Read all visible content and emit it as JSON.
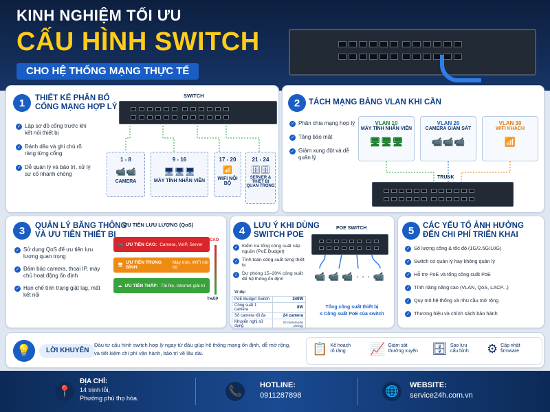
{
  "header": {
    "line1": "KINH NGHIỆM TỐI ƯU",
    "line2": "CẤU HÌNH SWITCH",
    "line3": "CHO HỆ THỐNG MẠNG THỰC TẾ"
  },
  "s1": {
    "num": "1",
    "title1": "THIẾT KẾ PHÂN BỔ",
    "title2": "CỔNG MẠNG HỢP LÝ",
    "switch_label": "SWITCH",
    "bullets": [
      "Lập sơ đồ cổng trước khi kết nối thiết bị",
      "Đánh dấu và ghi chú rõ ràng từng cổng",
      "Dễ quản lý và bảo trì, xử lý sự cố nhanh chóng"
    ],
    "groups": [
      {
        "range": "1 - 8",
        "name": "CAMERA"
      },
      {
        "range": "9 - 16",
        "name": "MÁY TÍNH NHÂN VIÊN"
      },
      {
        "range": "17 - 20",
        "name": "WIFI NỘI BỘ"
      },
      {
        "range": "21 - 24",
        "name": "SERVER & THIẾT BỊ QUAN TRỌNG"
      }
    ]
  },
  "s2": {
    "num": "2",
    "title": "TÁCH MẠNG BẰNG VLAN KHI CẦN",
    "bullets": [
      "Phân chia mạng hợp lý",
      "Tăng bảo mật",
      "Giảm xung đột và dễ quản lý"
    ],
    "vlans": [
      {
        "name": "VLAN 10",
        "desc": "MÁY TÍNH NHÂN VIÊN"
      },
      {
        "name": "VLAN 20",
        "desc": "CAMERA GIÁM SÁT"
      },
      {
        "name": "VLAN 30",
        "desc": "WIFI KHÁCH"
      }
    ],
    "trunk": "TRUNK"
  },
  "s3": {
    "num": "3",
    "title1": "QUẢN LÝ BĂNG THÔNG",
    "title2": "VÀ ƯU TIÊN THIẾT BỊ",
    "qos_title": "ƯU TIÊN LƯU LƯỢNG (QoS)",
    "bullets": [
      "Sử dụng QoS để ưu tiên lưu lượng quan trọng",
      "Đảm bảo camera, thoại IP, máy chủ hoạt động ổn định",
      "Hạn chế tình trạng giật lag, mất kết nối"
    ],
    "levels": [
      {
        "label": "ƯU TIÊN CAO:",
        "desc": "Camera, VoIP, Server",
        "color": "#d8262b"
      },
      {
        "label": "ƯU TIÊN TRUNG BÌNH:",
        "desc": "Máy tính, WiFi nội bộ",
        "color": "#ef8a12"
      },
      {
        "label": "ƯU TIÊN THẤP:",
        "desc": "Tải file, Internet giải trí",
        "color": "#3aa23c"
      }
    ],
    "high": "CAO",
    "low": "THẤP"
  },
  "s4": {
    "num": "4",
    "title1": "LƯU Ý KHI DÙNG",
    "title2": "SWITCH POE",
    "poe_label": "POE SWITCH",
    "bullets": [
      "Kiểm tra tổng công suất cấp nguồn (PoE Budget)",
      "Tính toán công suất từng thiết bị",
      "Dự phòng 15–20% công suất để hệ thống ổn định"
    ],
    "example": "Ví dụ:",
    "table": [
      [
        "PoE Budget Switch",
        "240W"
      ],
      [
        "Công suất 1 camera",
        "8W"
      ],
      [
        "Số camera tối đa",
        "24 camera"
      ],
      [
        "Khuyến nghị sử dụng",
        "20 camera (dự phòng)"
      ]
    ],
    "formula1": "Tổng công suất thiết bị",
    "formula2": "≤ Công suất PoE của switch"
  },
  "s5": {
    "num": "5",
    "title1": "CÁC YẾU TỐ ẢNH HƯỞNG",
    "title2": "ĐẾN CHI PHÍ TRIỂN KHAI",
    "bullets": [
      "Số lượng cổng & tốc độ (1G/2.5G/10G)",
      "Switch có quản lý hay không quản lý",
      "Hỗ trợ PoE và tổng công suất PoE",
      "Tính năng nâng cao (VLAN, QoS, LACP...)",
      "Quy mô hệ thống và nhu cầu mở rộng",
      "Thương hiệu và chính sách bảo hành"
    ]
  },
  "advice": {
    "label": "LỜI KHUYÊN",
    "text1": "Đầu tư cấu hình switch hợp lý ngay từ đầu giúp hệ thống mạng ổn định, dễ mở rộng,",
    "text2": "và tiết kiệm chi phí vận hành, bảo trì về lâu dài.",
    "tips": [
      {
        "t1": "Kế hoạch",
        "t2": "rõ ràng"
      },
      {
        "t1": "Giám sát",
        "t2": "thường xuyên"
      },
      {
        "t1": "Sao lưu",
        "t2": "cấu hình"
      },
      {
        "t1": "Cập nhật",
        "t2": "firmware"
      }
    ]
  },
  "footer": {
    "addr_label": "ĐỊA CHỈ:",
    "addr1": "14 trịnh lỗi,",
    "addr2": "Phường phú thọ hòa.",
    "hot_label": "HOTLINE:",
    "hot": "0911287898",
    "web_label": "WEBSITE:",
    "web": "service24h.com.vn"
  }
}
